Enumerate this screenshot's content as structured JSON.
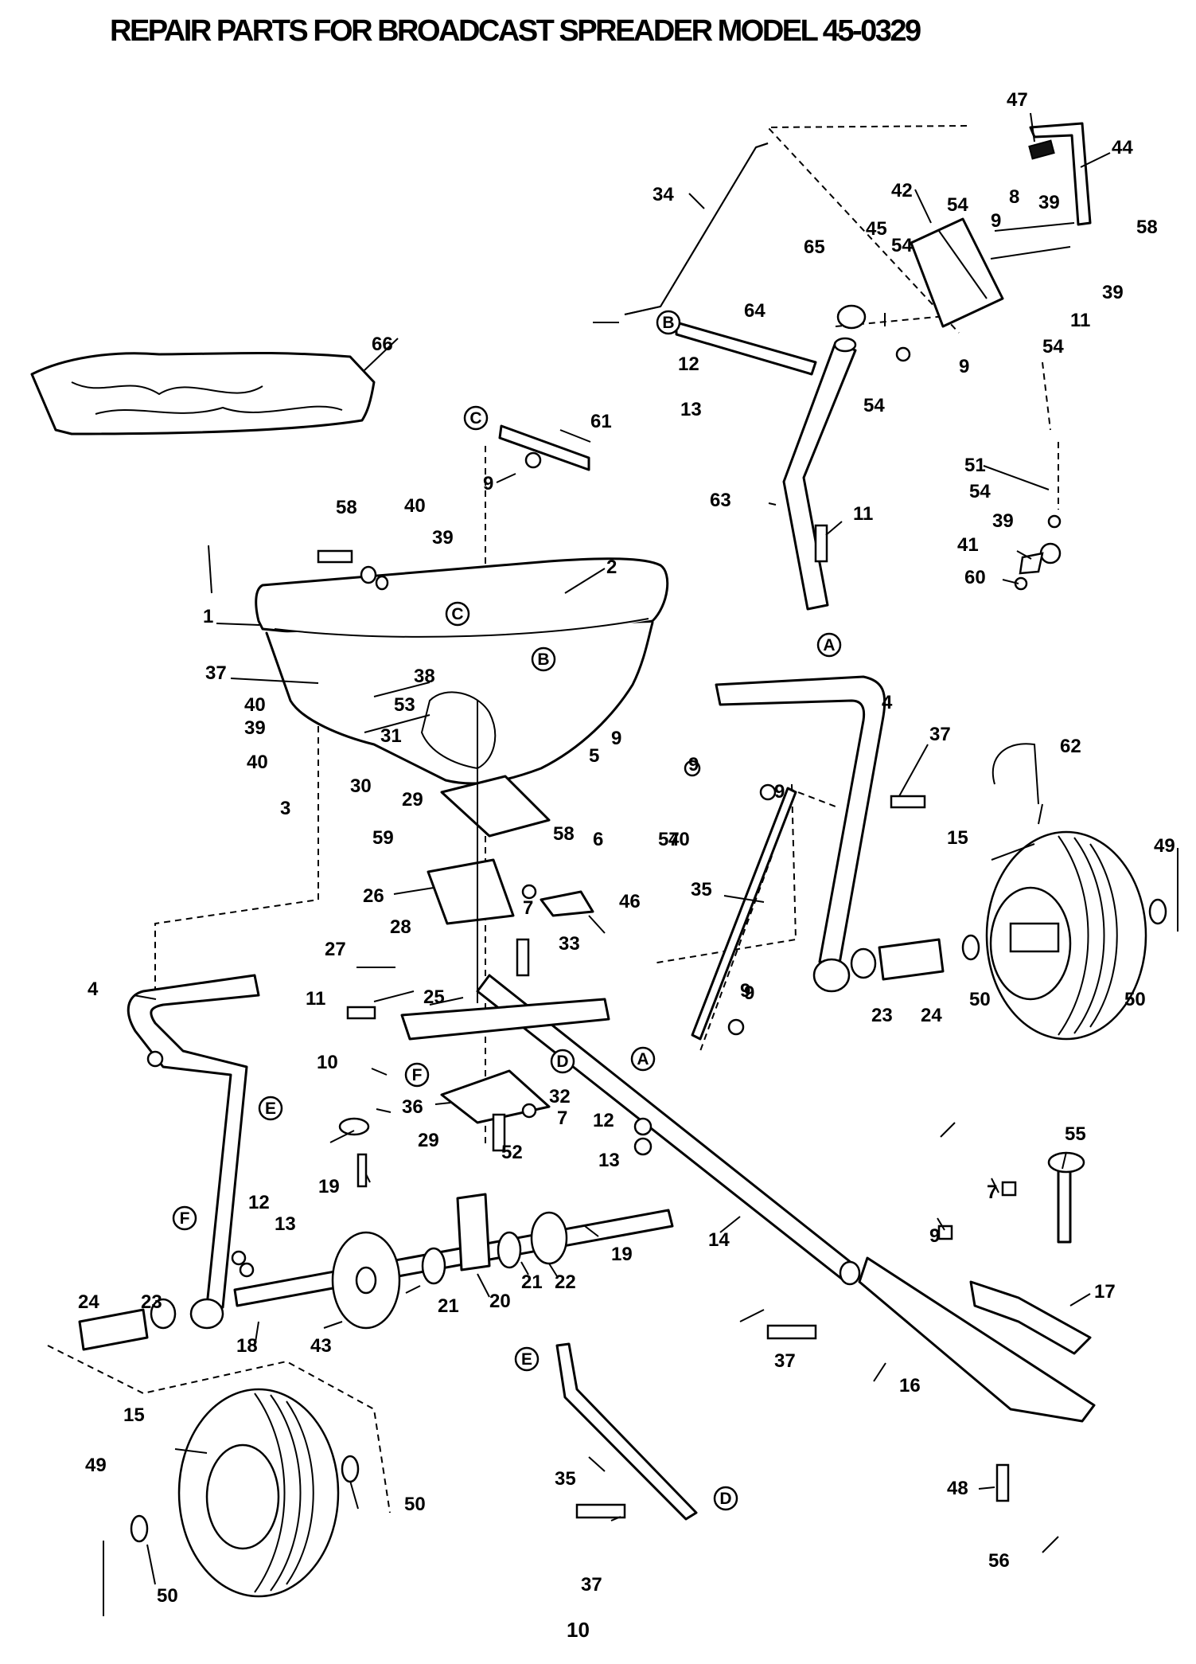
{
  "title": "REPAIR PARTS FOR BROADCAST SPREADER MODEL 45-0329",
  "page_number": "10",
  "callouts": [
    {
      "id": "c47",
      "text": "47"
    },
    {
      "id": "c44",
      "text": "44"
    },
    {
      "id": "c34",
      "text": "34"
    },
    {
      "id": "c42",
      "text": "42"
    },
    {
      "id": "c8",
      "text": "8"
    },
    {
      "id": "c39a",
      "text": "39"
    },
    {
      "id": "c54a",
      "text": "54"
    },
    {
      "id": "c9a",
      "text": "9"
    },
    {
      "id": "c58a",
      "text": "58"
    },
    {
      "id": "c45",
      "text": "45"
    },
    {
      "id": "c54b",
      "text": "54"
    },
    {
      "id": "c65",
      "text": "65"
    },
    {
      "id": "c39b",
      "text": "39"
    },
    {
      "id": "c11a",
      "text": "11"
    },
    {
      "id": "c54c",
      "text": "54"
    },
    {
      "id": "c64",
      "text": "64"
    },
    {
      "id": "c9b",
      "text": "9"
    },
    {
      "id": "c12a",
      "text": "12"
    },
    {
      "id": "c54d",
      "text": "54"
    },
    {
      "id": "c13a",
      "text": "13"
    },
    {
      "id": "c66",
      "text": "66"
    },
    {
      "id": "c61",
      "text": "61"
    },
    {
      "id": "c9c",
      "text": "9"
    },
    {
      "id": "c51",
      "text": "51"
    },
    {
      "id": "c54e",
      "text": "54"
    },
    {
      "id": "c63",
      "text": "63"
    },
    {
      "id": "c11b",
      "text": "11"
    },
    {
      "id": "c39c",
      "text": "39"
    },
    {
      "id": "c41",
      "text": "41"
    },
    {
      "id": "c60",
      "text": "60"
    },
    {
      "id": "c58b",
      "text": "58"
    },
    {
      "id": "c40a",
      "text": "40"
    },
    {
      "id": "c39d",
      "text": "39"
    },
    {
      "id": "c2",
      "text": "2"
    },
    {
      "id": "c1",
      "text": "1"
    },
    {
      "id": "c37a",
      "text": "37"
    },
    {
      "id": "c38",
      "text": "38"
    },
    {
      "id": "c40b",
      "text": "40"
    },
    {
      "id": "c53",
      "text": "53"
    },
    {
      "id": "c39e",
      "text": "39"
    },
    {
      "id": "c31",
      "text": "31"
    },
    {
      "id": "c40c",
      "text": "40"
    },
    {
      "id": "c5",
      "text": "5"
    },
    {
      "id": "c9d",
      "text": "9"
    },
    {
      "id": "c4a",
      "text": "4"
    },
    {
      "id": "c37b",
      "text": "37"
    },
    {
      "id": "c62",
      "text": "62"
    },
    {
      "id": "c30",
      "text": "30"
    },
    {
      "id": "c29a",
      "text": "29"
    },
    {
      "id": "c9e",
      "text": "9"
    },
    {
      "id": "c9f",
      "text": "9"
    },
    {
      "id": "c3",
      "text": "3"
    },
    {
      "id": "c58c",
      "text": "58"
    },
    {
      "id": "c6",
      "text": "6"
    },
    {
      "id": "c57",
      "text": "57"
    },
    {
      "id": "c40d",
      "text": "40"
    },
    {
      "id": "c49a",
      "text": "49"
    },
    {
      "id": "c15a",
      "text": "15"
    },
    {
      "id": "c59",
      "text": "59"
    },
    {
      "id": "c35a",
      "text": "35"
    },
    {
      "id": "c26",
      "text": "26"
    },
    {
      "id": "c46",
      "text": "46"
    },
    {
      "id": "c7a",
      "text": "7"
    },
    {
      "id": "c28",
      "text": "28"
    },
    {
      "id": "c33",
      "text": "33"
    },
    {
      "id": "c27",
      "text": "27"
    },
    {
      "id": "c25",
      "text": "25"
    },
    {
      "id": "c4b",
      "text": "4"
    },
    {
      "id": "c9g",
      "text": "9"
    },
    {
      "id": "c23a",
      "text": "23"
    },
    {
      "id": "c24a",
      "text": "24"
    },
    {
      "id": "c50a",
      "text": "50"
    },
    {
      "id": "c50b",
      "text": "50"
    },
    {
      "id": "c11c",
      "text": "11"
    },
    {
      "id": "c9h",
      "text": "9"
    },
    {
      "id": "c10",
      "text": "10"
    },
    {
      "id": "c36",
      "text": "36"
    },
    {
      "id": "c32",
      "text": "32"
    },
    {
      "id": "c7b",
      "text": "7"
    },
    {
      "id": "c12b",
      "text": "12"
    },
    {
      "id": "c29b",
      "text": "29"
    },
    {
      "id": "c52",
      "text": "52"
    },
    {
      "id": "c13b",
      "text": "13"
    },
    {
      "id": "c55",
      "text": "55"
    },
    {
      "id": "c19a",
      "text": "19"
    },
    {
      "id": "c12c",
      "text": "12"
    },
    {
      "id": "c13c",
      "text": "13"
    },
    {
      "id": "c7c",
      "text": "7"
    },
    {
      "id": "c9i",
      "text": "9"
    },
    {
      "id": "c19b",
      "text": "19"
    },
    {
      "id": "c14",
      "text": "14"
    },
    {
      "id": "c17",
      "text": "17"
    },
    {
      "id": "c24b",
      "text": "24"
    },
    {
      "id": "c23b",
      "text": "23"
    },
    {
      "id": "c21a",
      "text": "21"
    },
    {
      "id": "c20",
      "text": "20"
    },
    {
      "id": "c21b",
      "text": "21"
    },
    {
      "id": "c22",
      "text": "22"
    },
    {
      "id": "c18",
      "text": "18"
    },
    {
      "id": "c43",
      "text": "43"
    },
    {
      "id": "c37c",
      "text": "37"
    },
    {
      "id": "c16",
      "text": "16"
    },
    {
      "id": "c15b",
      "text": "15"
    },
    {
      "id": "c35b",
      "text": "35"
    },
    {
      "id": "c49b",
      "text": "49"
    },
    {
      "id": "c50c",
      "text": "50"
    },
    {
      "id": "c48",
      "text": "48"
    },
    {
      "id": "c50d",
      "text": "50"
    },
    {
      "id": "c56",
      "text": "56"
    },
    {
      "id": "c37d",
      "text": "37"
    }
  ],
  "reference_letters": [
    {
      "id": "rB1",
      "text": "B"
    },
    {
      "id": "rC1",
      "text": "C"
    },
    {
      "id": "rC2",
      "text": "C"
    },
    {
      "id": "rB2",
      "text": "B"
    },
    {
      "id": "rA1",
      "text": "A"
    },
    {
      "id": "rD1",
      "text": "D"
    },
    {
      "id": "rA2",
      "text": "A"
    },
    {
      "id": "rF1",
      "text": "F"
    },
    {
      "id": "rE1",
      "text": "E"
    },
    {
      "id": "rF2",
      "text": "F"
    },
    {
      "id": "rE2",
      "text": "E"
    },
    {
      "id": "rD2",
      "text": "D"
    }
  ]
}
